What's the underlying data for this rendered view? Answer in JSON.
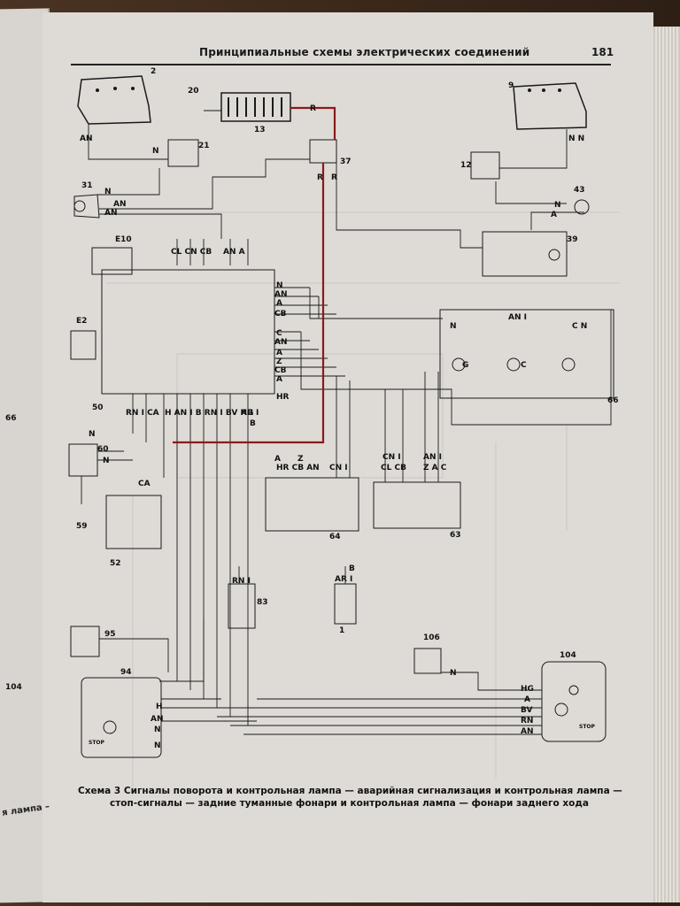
{
  "header": {
    "title": "Принципиальные схемы электрических соединений",
    "page_number": "181"
  },
  "caption": {
    "line1": "Схема 3 Сигналы поворота и контрольная лампа — аварийная сигнализация и контрольная лампа —",
    "line2": "стоп-сигналы — задние туманные фонари и контрольная лампа — фонари заднего хода"
  },
  "left_page": {
    "fragment": "я лампа –"
  },
  "components": {
    "c2": "2",
    "c9": "9",
    "c13": "13",
    "c20": "20",
    "c21": "21",
    "c31": "31",
    "c37": "37",
    "c12": "12",
    "c43": "43",
    "c39": "39",
    "c10": "E10",
    "cE2": "E2",
    "c50": "50",
    "c66": "66",
    "c60": "60",
    "c59": "59",
    "c52": "52",
    "c64": "64",
    "c63": "63",
    "c83": "83",
    "c1": "1",
    "c95": "95",
    "c94": "94",
    "c106": "106",
    "c104": "104",
    "c66left": "66",
    "c104left": "104"
  },
  "wires": {
    "AN": "AN",
    "A": "A",
    "N": "N",
    "R": "R",
    "B": "B",
    "C": "C",
    "Z": "Z",
    "H": "H",
    "CB": "CB",
    "CN": "CN",
    "CL": "CL",
    "HR": "HR",
    "RN": "RN",
    "RNI": "RN I",
    "BV": "BV",
    "HG": "HG",
    "AR": "AR",
    "AR1": "AR I",
    "CA": "CA",
    "RNICA": "RN I CA",
    "HANBRNIBVHG": "H AN I B  RN I BV  HG",
    "AN1": "AN I",
    "ZAC": "Z A C",
    "CN1": "CN I",
    "CLCB": "CL CB",
    "HRCBAN": "HR CB AN",
    "CN1b": "C N",
    "CLCNCB": "CL CN CB",
    "ANA": "AN A",
    "NN": "N N",
    "AN_A": "AN A",
    "STOP": "STOP",
    "G": "G"
  },
  "colors": {
    "paper": "#dedbd6",
    "ink": "#1a1a1a",
    "highlight_wire": "#8b1a1a"
  }
}
